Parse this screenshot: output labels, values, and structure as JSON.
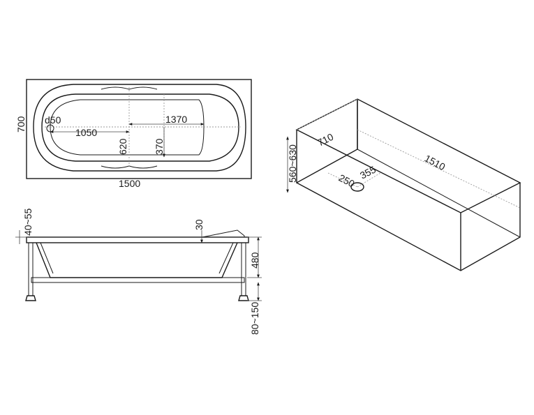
{
  "top_view": {
    "length_label": "1500",
    "width_label": "700",
    "drain_label": "d50",
    "drain_offset_label": "1050",
    "inner_length_label": "1370",
    "inner_width_label": "620",
    "half_width_label": "370"
  },
  "side_view": {
    "rim_height_label": "40~55",
    "rim_offset_label": "30",
    "depth_label": "480",
    "legs_label": "80~150"
  },
  "box_view": {
    "width_label": "710",
    "height_label": "560~630",
    "length_label": "1510",
    "drain_x_label": "250",
    "drain_y_label": "355"
  }
}
